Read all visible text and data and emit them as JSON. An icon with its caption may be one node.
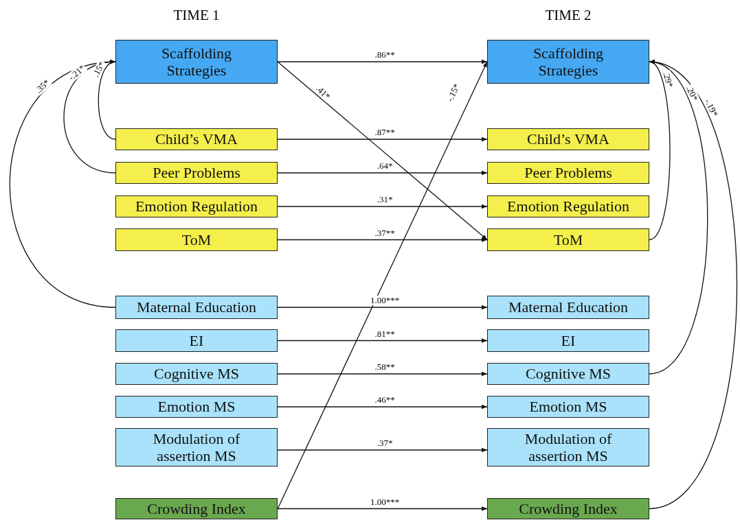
{
  "diagram": {
    "nodes": [
      {
        "text": [
          "Scaffolding Strategies"
        ]
      },
      {
        "text": [
          "Child’s VMA"
        ]
      },
      {
        "text": [
          "Peer Problems"
        ]
      },
      {
        "text": [
          "Emotion Regulation"
        ]
      },
      {
        "text": [
          "ToM"
        ]
      },
      {
        "text": [
          "Maternal Education"
        ]
      },
      {
        "text": [
          "EI"
        ]
      },
      {
        "text": [
          "Cognitive MS"
        ]
      },
      {
        "text": [
          "Emotion MS"
        ]
      },
      {
        "text": [
          "Modulation of assertion MS"
        ]
      },
      {
        "text": [
          "Crowding Index"
        ]
      },
      {
        "text": [
          "Scaffolding Strategies"
        ]
      },
      {
        "text": [
          "Child’s VMA"
        ]
      },
      {
        "text": [
          "Peer Problems"
        ]
      },
      {
        "text": [
          "Emotion Regulation"
        ]
      },
      {
        "text": [
          "ToM"
        ]
      },
      {
        "text": [
          "Maternal Education"
        ]
      },
      {
        "text": [
          "EI"
        ]
      },
      {
        "text": [
          "Cognitive MS"
        ]
      },
      {
        "text": [
          "Emotion MS"
        ]
      },
      {
        "text": [
          "Modulation of assertion MS"
        ]
      },
      {
        "text": [
          "Crowding Index"
        ]
      }
    ],
    "edges": [
      {
        "from": 0,
        "to": 11,
        "arrow": "to",
        "label": ".86**"
      },
      {
        "from": 0,
        "to": 15,
        "arrow": "to",
        "label": ".41*"
      },
      {
        "from": 1,
        "to": 12,
        "arrow": "to",
        "label": ".87**"
      },
      {
        "from": 2,
        "to": 13,
        "arrow": "to",
        "label": ".64*"
      },
      {
        "from": 3,
        "to": 14,
        "arrow": "to",
        "label": ".31*"
      },
      {
        "from": 4,
        "to": 15,
        "arrow": "to",
        "label": ".37**"
      },
      {
        "from": 5,
        "to": 16,
        "arrow": "to",
        "label": "1.00***"
      },
      {
        "from": 6,
        "to": 17,
        "arrow": "to",
        "label": ".81**"
      },
      {
        "from": 7,
        "to": 18,
        "arrow": "to",
        "label": ".58**"
      },
      {
        "from": 8,
        "to": 19,
        "arrow": "to",
        "label": ".46**"
      },
      {
        "from": 9,
        "to": 20,
        "arrow": "to",
        "label": ".37*"
      },
      {
        "from": 10,
        "to": 21,
        "arrow": "to",
        "label": "1.00***"
      },
      {
        "from": 10,
        "to": 11,
        "arrow": "to",
        "label": "-.15*"
      },
      {
        "from": 1,
        "to": 0,
        "arrow": "to",
        "label": ".15*"
      },
      {
        "from": 2,
        "to": 0,
        "arrow": "to",
        "label": "-.21*"
      },
      {
        "from": 5,
        "to": 0,
        "arrow": "to",
        "label": ".35*"
      },
      {
        "from": 15,
        "to": 11,
        "arrow": "to",
        "label": ".29*"
      },
      {
        "from": 18,
        "to": 11,
        "arrow": "to",
        "label": ".20*"
      },
      {
        "from": 21,
        "to": 11,
        "arrow": "to",
        "label": "-.19*"
      }
    ],
    "labels": [
      "TIME 1",
      "TIME 2"
    ]
  }
}
